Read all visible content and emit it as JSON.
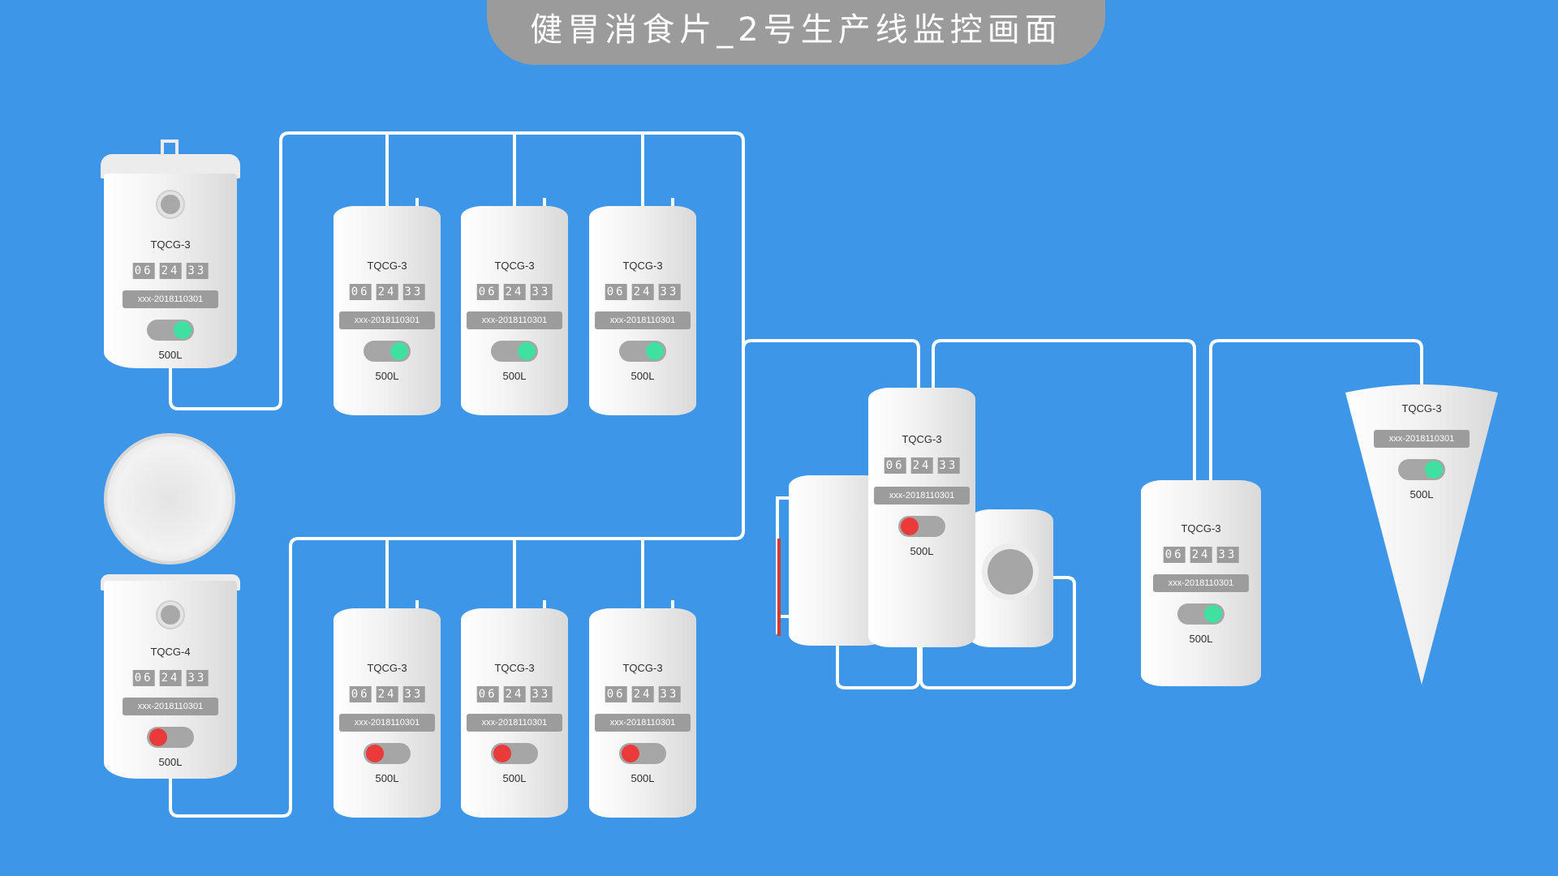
{
  "title": "健胃消食片_2号生产线监控画面",
  "colors": {
    "background": "#3d96e8",
    "title_bar": "#9b9b9b",
    "pipe": "#ffffff",
    "toggle_on": "#3fe0a0",
    "toggle_off": "#ea3a3a"
  },
  "tanks": {
    "t1": {
      "label": "TQCG-3",
      "timer": [
        "06",
        "24",
        "33"
      ],
      "code": "xxx-2018110301",
      "status": "on",
      "capacity": "500L"
    },
    "t2": {
      "label": "TQCG-4",
      "timer": [
        "06",
        "24",
        "33"
      ],
      "code": "xxx-2018110301",
      "status": "off",
      "capacity": "500L"
    },
    "t3": {
      "label": "TQCG-3",
      "timer": [
        "06",
        "24",
        "33"
      ],
      "code": "xxx-2018110301",
      "status": "on",
      "capacity": "500L"
    },
    "t4": {
      "label": "TQCG-3",
      "timer": [
        "06",
        "24",
        "33"
      ],
      "code": "xxx-2018110301",
      "status": "on",
      "capacity": "500L"
    },
    "t5": {
      "label": "TQCG-3",
      "timer": [
        "06",
        "24",
        "33"
      ],
      "code": "xxx-2018110301",
      "status": "on",
      "capacity": "500L"
    },
    "t6": {
      "label": "TQCG-3",
      "timer": [
        "06",
        "24",
        "33"
      ],
      "code": "xxx-2018110301",
      "status": "off",
      "capacity": "500L"
    },
    "t7": {
      "label": "TQCG-3",
      "timer": [
        "06",
        "24",
        "33"
      ],
      "code": "xxx-2018110301",
      "status": "off",
      "capacity": "500L"
    },
    "t8": {
      "label": "TQCG-3",
      "timer": [
        "06",
        "24",
        "33"
      ],
      "code": "xxx-2018110301",
      "status": "off",
      "capacity": "500L"
    },
    "t9": {
      "label": "TQCG-3",
      "timer": [
        "06",
        "24",
        "33"
      ],
      "code": "xxx-2018110301",
      "status": "off",
      "capacity": "500L"
    },
    "t10": {
      "label": "TQCG-3",
      "timer": [
        "06",
        "24",
        "33"
      ],
      "code": "xxx-2018110301",
      "status": "on",
      "capacity": "500L"
    },
    "t11": {
      "label": "TQCG-3",
      "code": "xxx-2018110301",
      "status": "on",
      "capacity": "500L"
    }
  }
}
